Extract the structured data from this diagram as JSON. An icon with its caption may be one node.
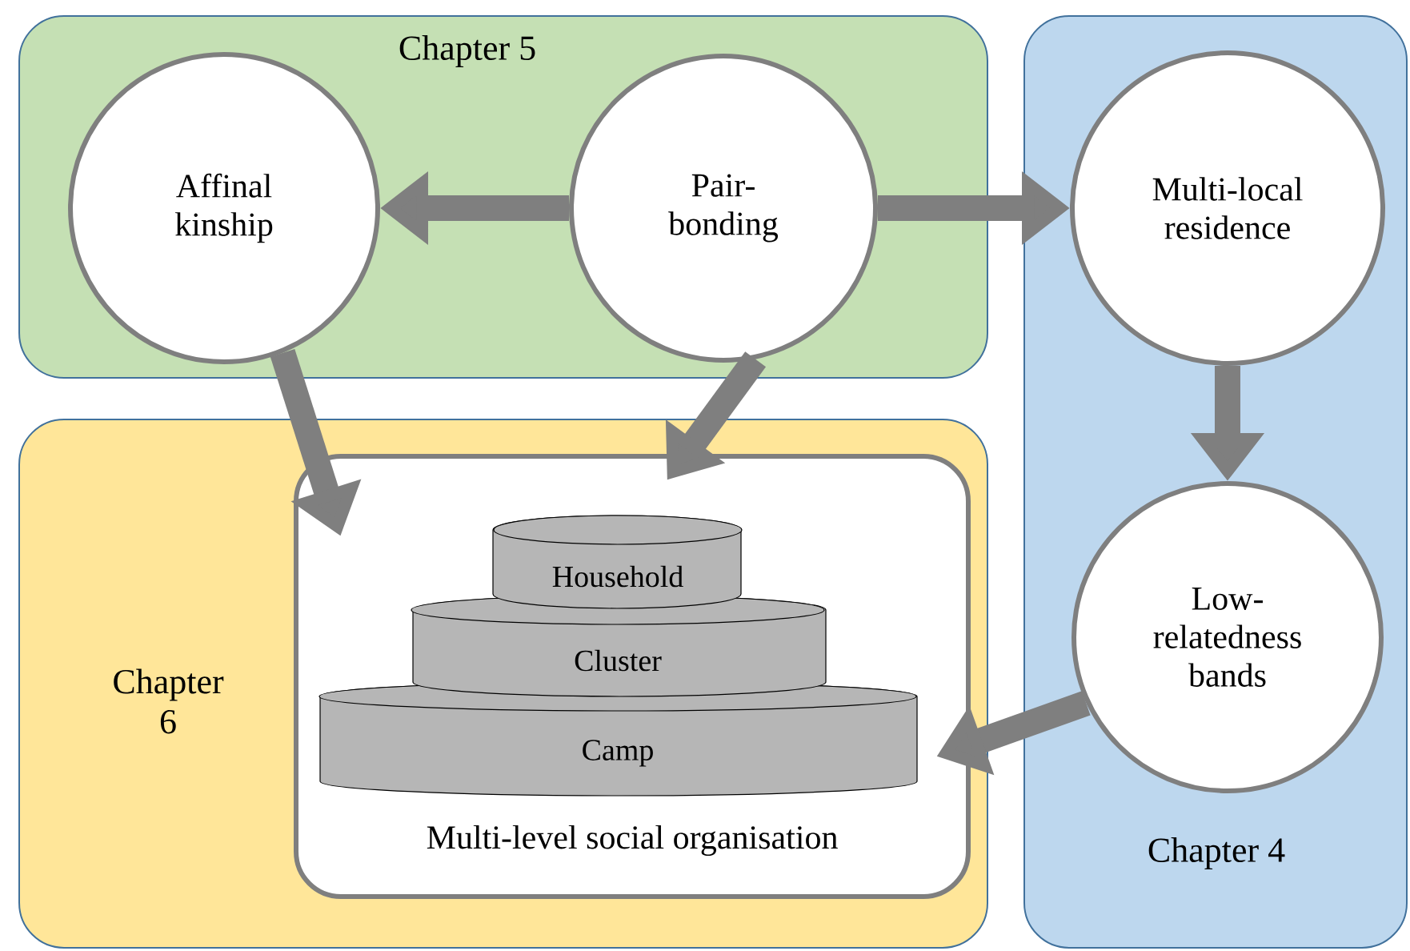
{
  "diagram": {
    "nodes": [
      {
        "text": [
          "Chapter 5"
        ]
      },
      {
        "text": [
          "Affinal kinship"
        ],
        "in": 0
      },
      {
        "text": [
          "Pair-bonding"
        ],
        "in": 0
      },
      {
        "text": [
          "Chapter 4"
        ]
      },
      {
        "text": [
          "Multi-local residence"
        ],
        "in": 3
      },
      {
        "text": [
          "Low-relatedness bands"
        ],
        "in": 3
      },
      {
        "text": [
          "Chapter 6"
        ]
      },
      {
        "text": [
          "Multi-level social organisation"
        ],
        "in": 6
      },
      {
        "text": [
          "Household"
        ],
        "in": 7
      },
      {
        "text": [
          "Cluster"
        ],
        "in": 7
      },
      {
        "text": [
          "Camp"
        ],
        "in": 7
      }
    ],
    "edges": [
      {
        "from": 2,
        "to": 1,
        "arrow": "to"
      },
      {
        "from": 2,
        "to": 4,
        "arrow": "to"
      },
      {
        "from": 1,
        "to": 7,
        "arrow": "to"
      },
      {
        "from": 2,
        "to": 7,
        "arrow": "to"
      },
      {
        "from": 4,
        "to": 5,
        "arrow": "to"
      },
      {
        "from": 5,
        "to": 7,
        "arrow": "to"
      }
    ]
  }
}
